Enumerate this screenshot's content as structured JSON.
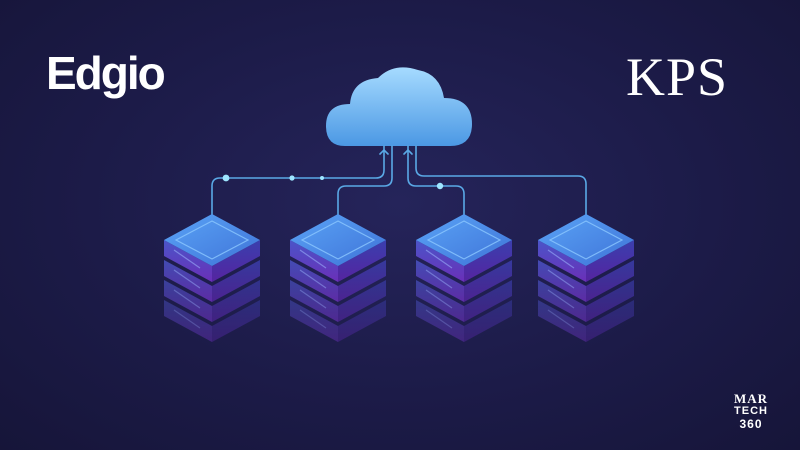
{
  "logos": {
    "edgio": "Edgio",
    "kps": "KPS",
    "martech": {
      "line1": "MAR",
      "line2": "TECH",
      "line3": "360"
    }
  },
  "colors": {
    "background": "#1c1b48",
    "cloud_top": "#9fd6ff",
    "cloud_bottom": "#4f9fe8",
    "connector": "#5aa9e6",
    "node_dot": "#7fd6ff",
    "server_top": "#4d8ff0",
    "server_body": "#7a3ad0"
  },
  "icons": [
    "cloud-icon",
    "server-stack-icon"
  ]
}
